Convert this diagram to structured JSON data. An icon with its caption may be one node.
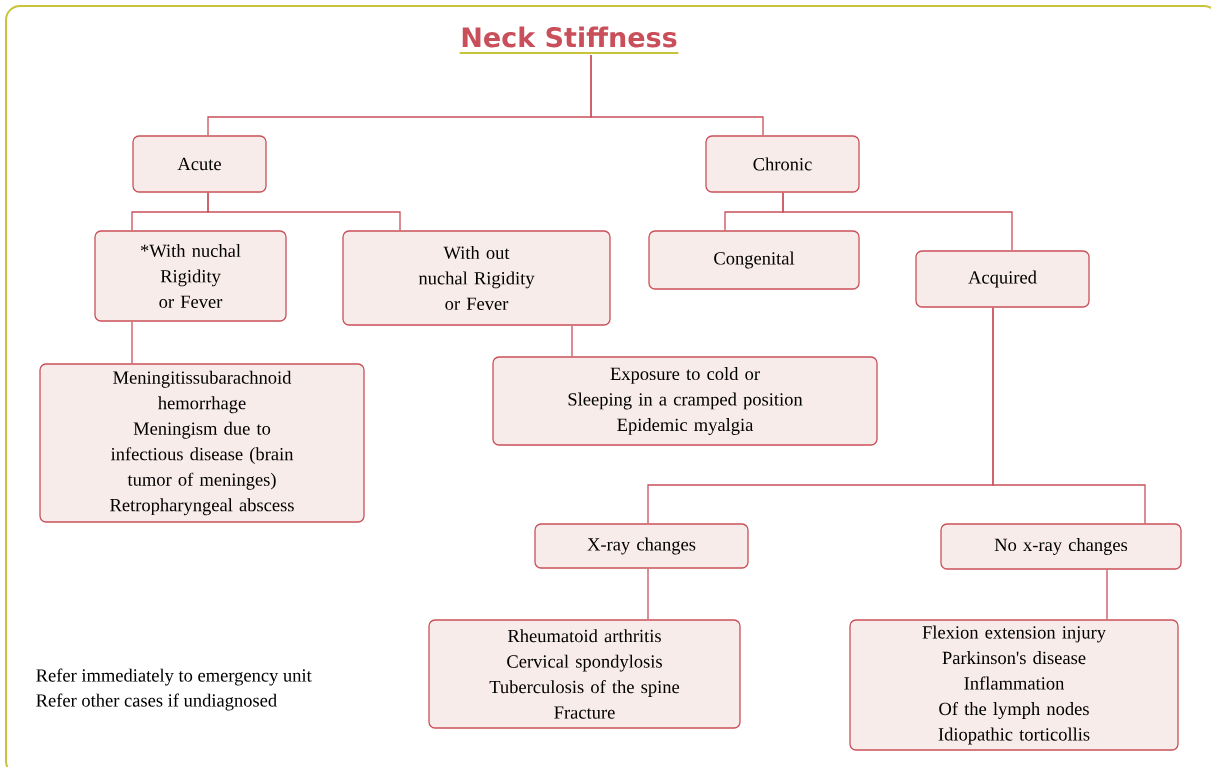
{
  "diagram": {
    "nodes": [
      {
        "text": [
          "Neck Stiffness"
        ]
      },
      {
        "text": [
          "Acute"
        ]
      },
      {
        "text": [
          "Chronic"
        ]
      },
      {
        "text": [
          "*With nuchal Rigidity or Fever"
        ]
      },
      {
        "text": [
          "With out nuchal Rigidity or Fever"
        ]
      },
      {
        "text": [
          "Congenital"
        ]
      },
      {
        "text": [
          "Acquired"
        ]
      },
      {
        "text": [
          "Meningitissubarachnoid hemorrhage",
          "Meningism due to infectious disease (brain tumor of meninges)",
          "Retropharyngeal abscess"
        ]
      },
      {
        "text": [
          "Exposure to cold or",
          "Sleeping in a cramped position",
          "Epidemic myalgia"
        ]
      },
      {
        "text": [
          "X-ray changes"
        ]
      },
      {
        "text": [
          "No x-ray changes"
        ]
      },
      {
        "text": [
          "Rheumatoid arthritis",
          "Cervical spondylosis",
          "Tuberculosis of the spine",
          "Fracture"
        ]
      },
      {
        "text": [
          "Flexion extension injury",
          "Parkinson's disease",
          "Inflammation",
          "Of the lymph nodes",
          "Idiopathic torticollis"
        ]
      }
    ],
    "edges": [
      {
        "from": 0,
        "to": 1,
        "arrow": "none"
      },
      {
        "from": 0,
        "to": 2,
        "arrow": "none"
      },
      {
        "from": 1,
        "to": 3,
        "arrow": "none"
      },
      {
        "from": 1,
        "to": 4,
        "arrow": "none"
      },
      {
        "from": 2,
        "to": 5,
        "arrow": "none"
      },
      {
        "from": 2,
        "to": 6,
        "arrow": "none"
      },
      {
        "from": 3,
        "to": 7,
        "arrow": "none"
      },
      {
        "from": 4,
        "to": 8,
        "arrow": "none"
      },
      {
        "from": 6,
        "to": 9,
        "arrow": "none"
      },
      {
        "from": 6,
        "to": 10,
        "arrow": "none"
      },
      {
        "from": 9,
        "to": 11,
        "arrow": "none"
      },
      {
        "from": 10,
        "to": 12,
        "arrow": "none"
      }
    ],
    "labels": [
      "Refer immediately to emergency unit",
      "Refer other cases if undiagnosed"
    ]
  }
}
